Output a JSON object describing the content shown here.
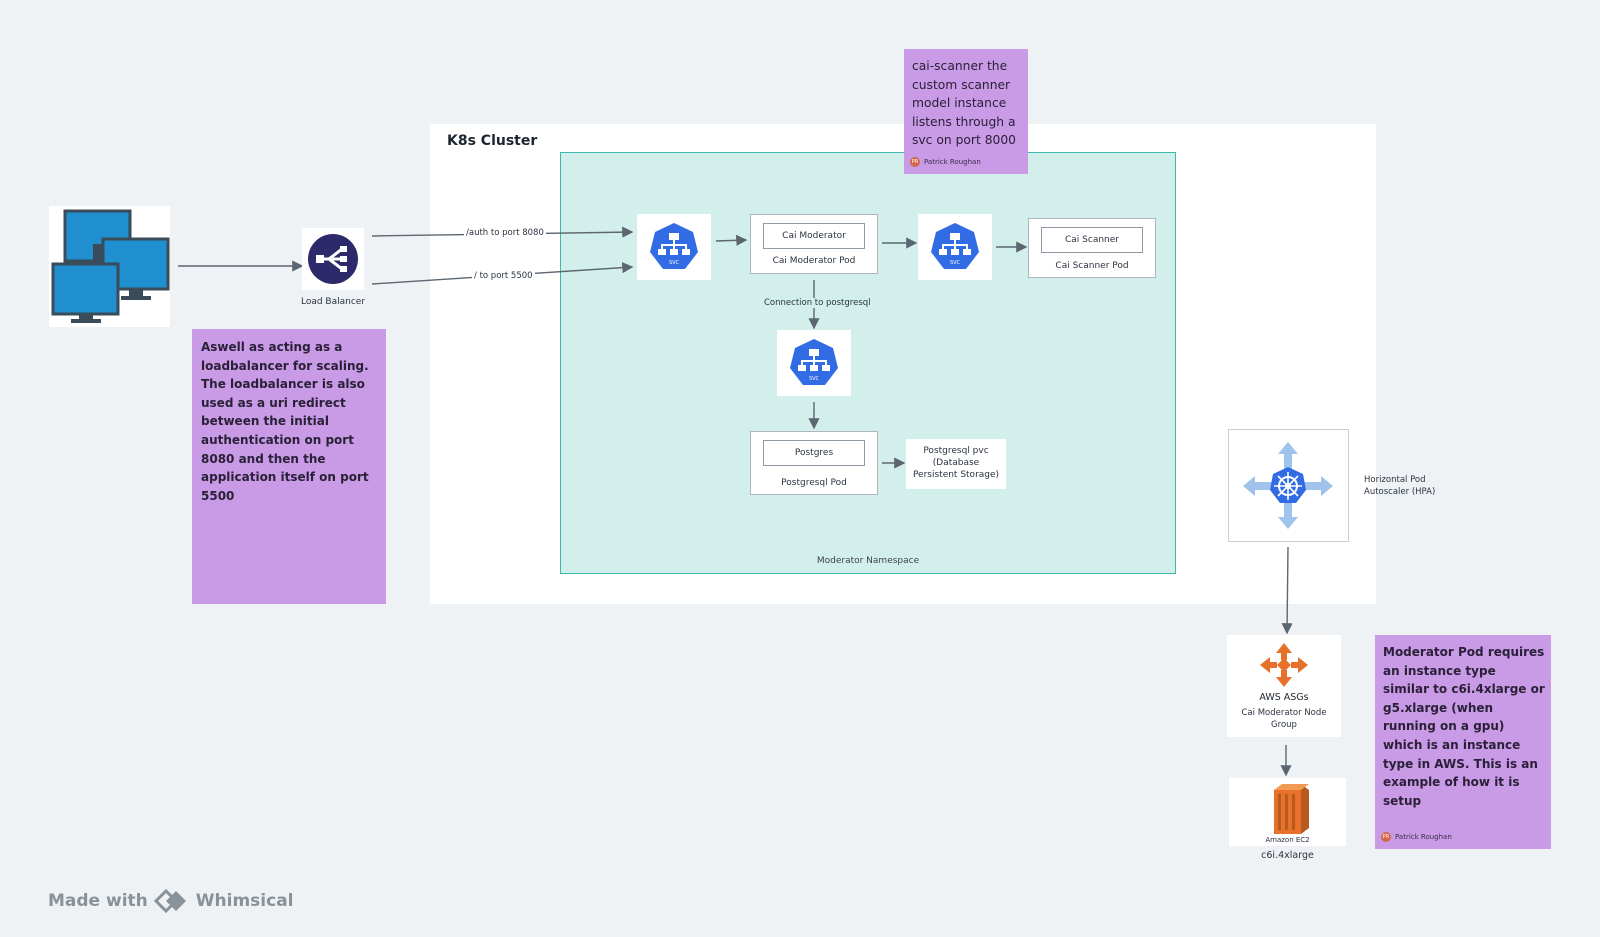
{
  "cluster": {
    "title": "K8s Cluster"
  },
  "namespace": {
    "label": "Moderator Namespace"
  },
  "load_balancer": {
    "label": "Load Balancer"
  },
  "edges": {
    "auth": "/auth to port 8080",
    "app": "/ to port 5500",
    "postgres_conn": "Connection to postgresql"
  },
  "svc_label": "SVC",
  "pods": {
    "moderator": {
      "inner": "Cai Moderator",
      "label": "Cai Moderator Pod"
    },
    "scanner": {
      "inner": "Cai Scanner",
      "label": "Cai Scanner Pod"
    },
    "postgres": {
      "inner": "Postgres",
      "label": "Postgresql Pod"
    }
  },
  "pvc": {
    "label": "Postgresql pvc (Database Persistent Storage)"
  },
  "hpa": {
    "label": "Horizontal Pod Autoscaler (HPA)"
  },
  "asg": {
    "title": "AWS ASGs",
    "label": "Cai Moderator Node Group"
  },
  "ec2": {
    "inner": "Amazon EC2",
    "label": "c6i.4xlarge"
  },
  "notes": {
    "scanner": {
      "text": "cai-scanner the custom scanner model instance listens through a svc on port 8000",
      "author": "Patrick Roughan",
      "initials": "PR"
    },
    "load_balancer": {
      "text": "Aswell as acting as a loadbalancer for scaling. The loadbalancer is also used as a uri redirect between the initial authentication on port 8080 and then the application itself on port 5500"
    },
    "moderator": {
      "text": "Moderator Pod requires an instance type similar to c6i.4xlarge or g5.xlarge (when running on a gpu) which is an instance type in AWS. This is an example of how it is setup",
      "author": "Patrick Roughan",
      "initials": "PR"
    }
  },
  "watermark": {
    "made_with": "Made with",
    "brand": "Whimsical"
  },
  "colors": {
    "svc_blue": "#326ce5",
    "aws_orange": "#e7702b",
    "lb_navy": "#2d2a6b",
    "note_purple": "#c99ae6",
    "namespace_teal": "#d3efec"
  }
}
